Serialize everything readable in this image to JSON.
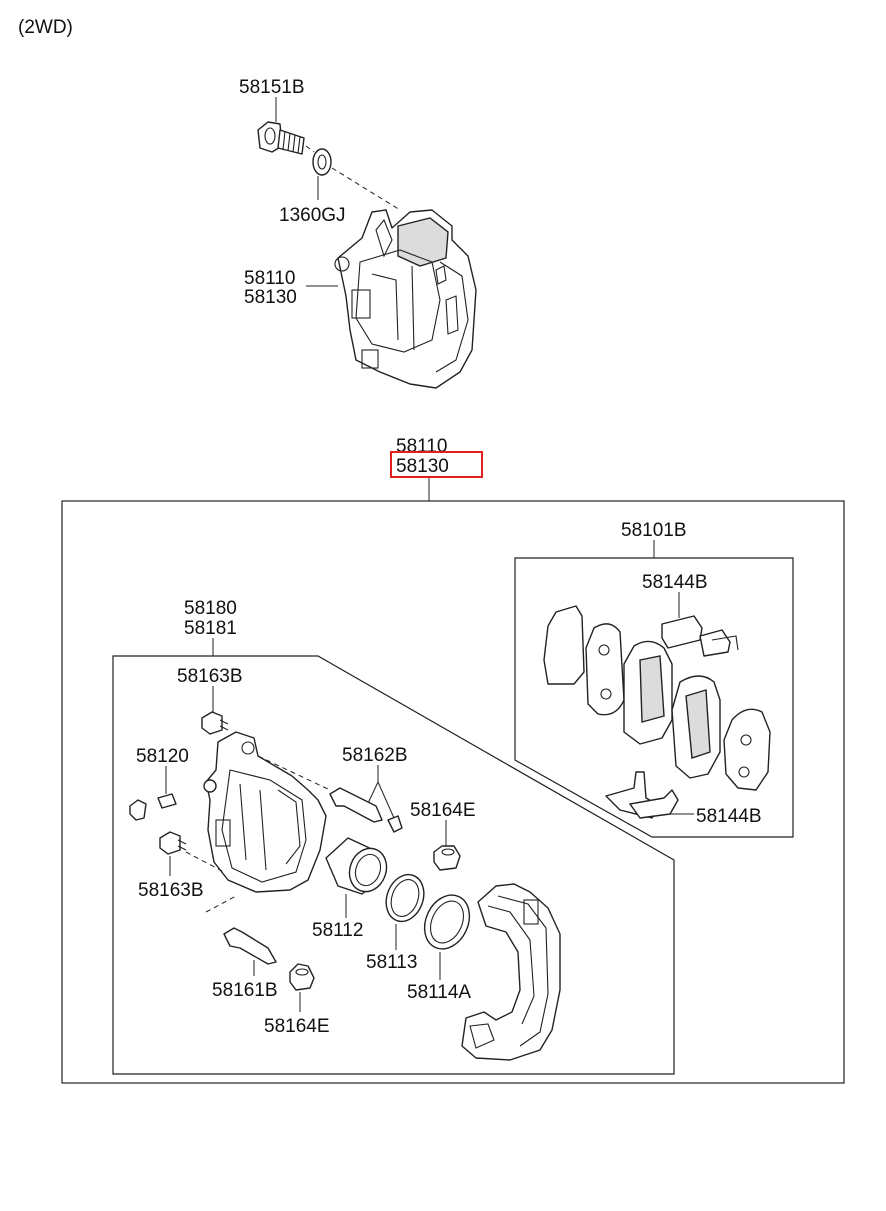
{
  "variant": "(2WD)",
  "highlight_color": "#e02020",
  "labels": {
    "bolt_top": "58151B",
    "washer": "1360GJ",
    "caliper_assy_a": "58110",
    "caliper_assy_b": "58130",
    "group_a": "58110",
    "group_b": "58130",
    "pad_kit": "58101B",
    "shim_kit_top": "58144B",
    "shim_kit_bottom": "58144B",
    "caliper_body_a": "58180",
    "caliper_body_b": "58181",
    "bolt_upper": "58163B",
    "bleeder": "58120",
    "guide_pin_upper": "58162B",
    "boot_right": "58164E",
    "bolt_lower": "58163B",
    "piston": "58112",
    "piston_seal": "58113",
    "piston_boot": "58114A",
    "guide_pin_lower": "58161B",
    "boot_lower": "58164E"
  }
}
